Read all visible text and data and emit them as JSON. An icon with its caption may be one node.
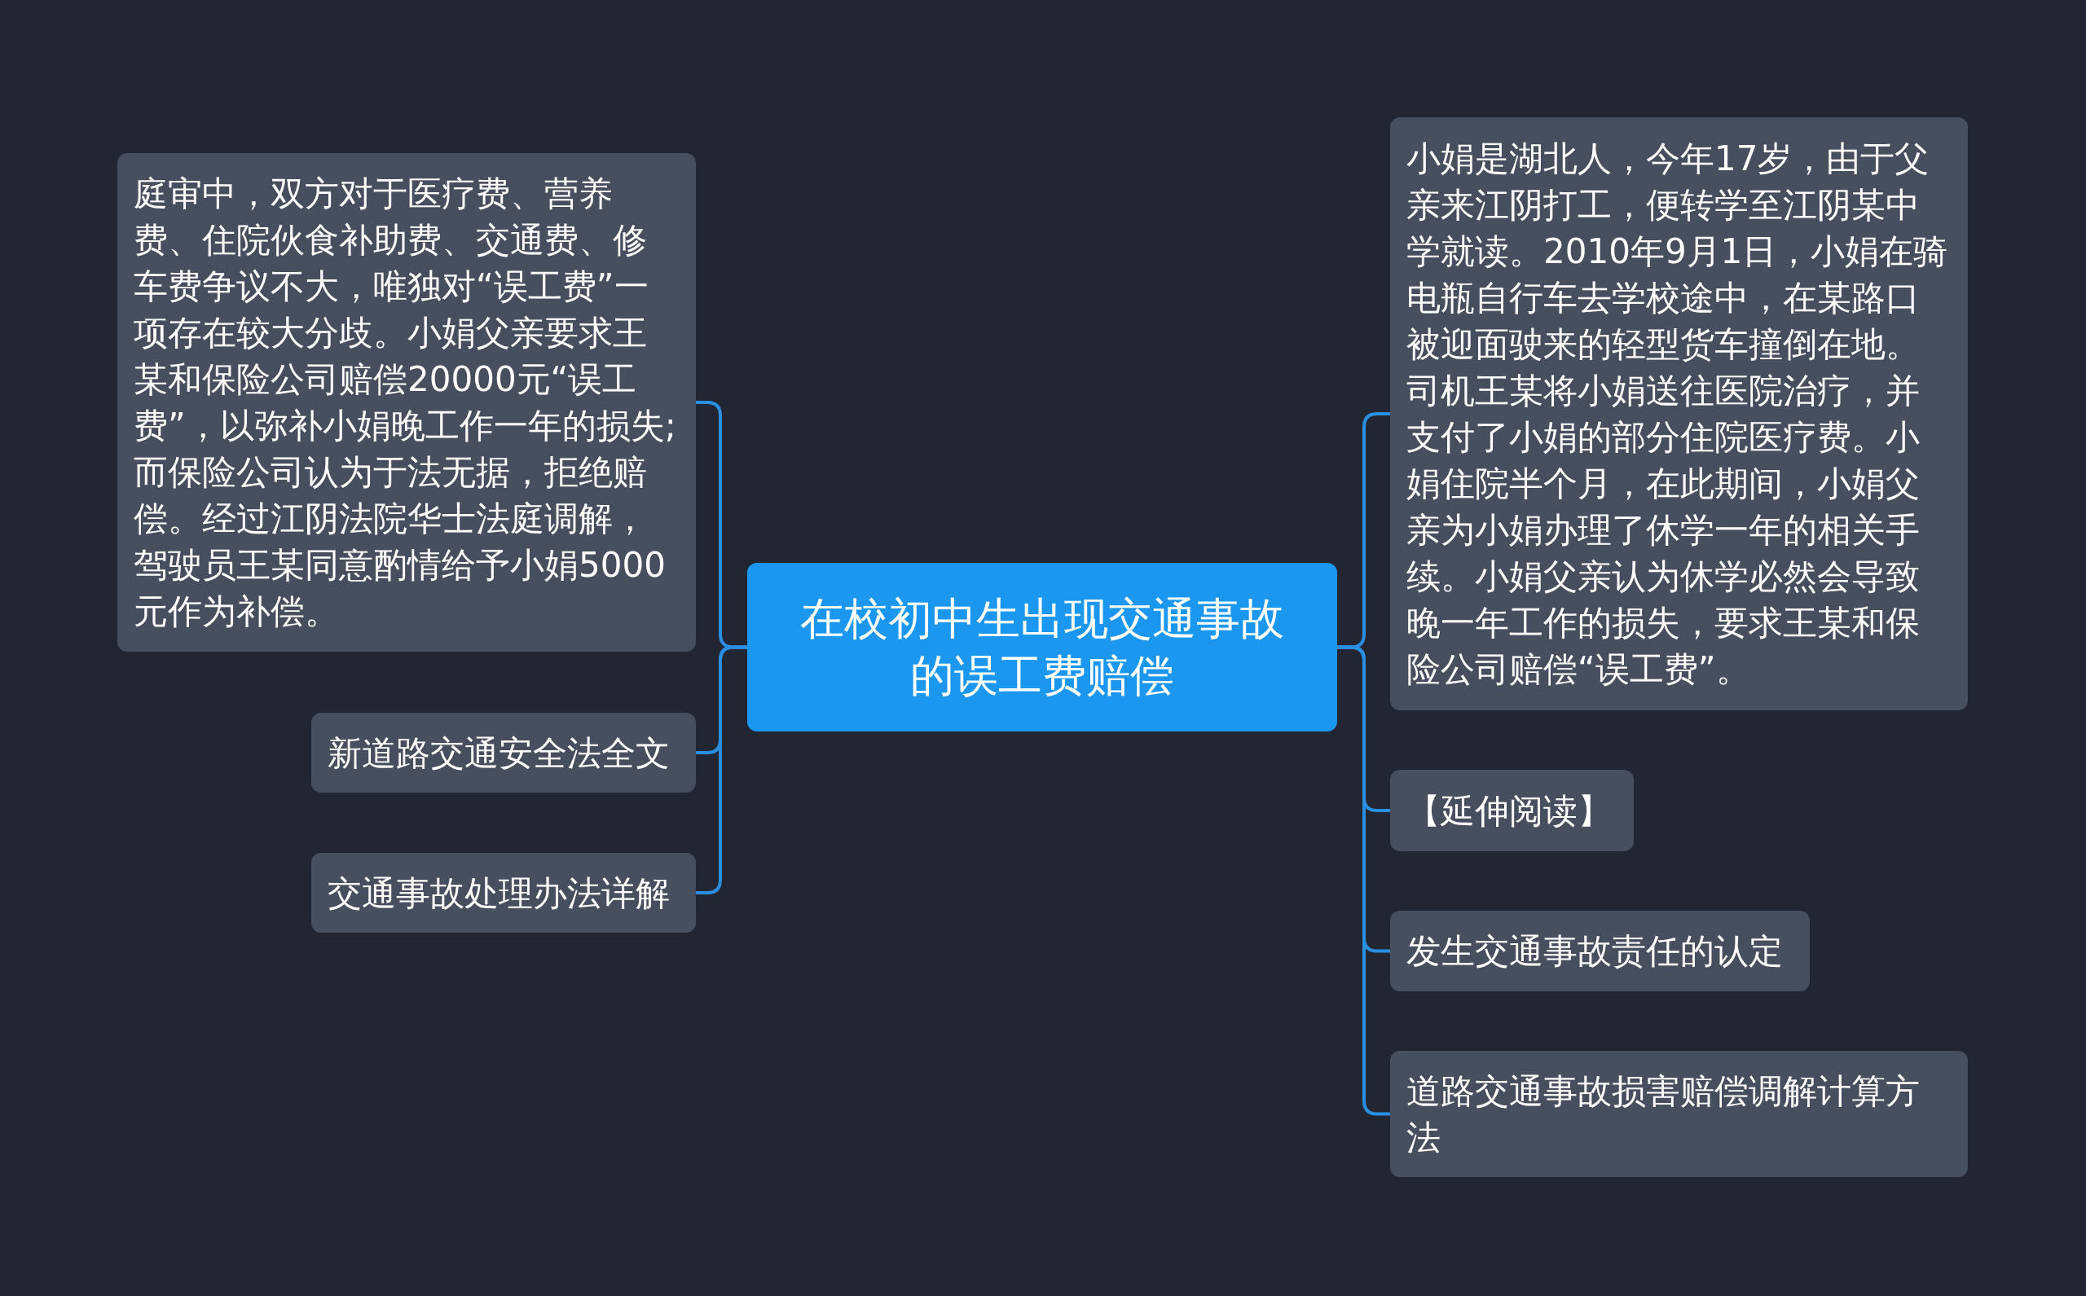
{
  "diagram": {
    "nodes": [
      {
        "text": [
          "在校初中生出现交通事故的误工费赔偿"
        ]
      },
      {
        "text": [
          "庭审中，双方对于医疗费、营养费、住院伙食补助费、交通费、修车费争议不大，唯独对“误工费”一项存在较大分歧。小娟父亲要求王某和保险公司赔偿20000元“误工费”，以弥补小娟晚工作一年的损失;而保险公司认为于法无据，拒绝赔偿。经过江阴法院华士法庭调解，驾驶员王某同意酌情给予小娟5000元作为补偿。"
        ]
      },
      {
        "text": [
          "新道路交通安全法全文"
        ]
      },
      {
        "text": [
          "交通事故处理办法详解"
        ]
      },
      {
        "text": [
          "小娟是湖北人，今年17岁，由于父亲来江阴打工，便转学至江阴某中学就读。2010年9月1日，小娟在骑电瓶自行车去学校途中，在某路口被迎面驶来的轻型货车撞倒在地。司机王某将小娟送往医院治疗，并支付了小娟的部分住院医疗费。小娟住院半个月，在此期间，小娟父亲为小娟办理了休学一年的相关手续。小娟父亲认为休学必然会导致晚一年工作的损失，要求王某和保险公司赔偿“误工费”。"
        ]
      },
      {
        "text": [
          "【延伸阅读】"
        ]
      },
      {
        "text": [
          "发生交通事故责任的认定"
        ]
      },
      {
        "text": [
          "道路交通事故损害赔偿调解计算方法"
        ]
      }
    ],
    "edges": [
      {
        "from": 0,
        "to": 1,
        "arrow": "none"
      },
      {
        "from": 0,
        "to": 2,
        "arrow": "none"
      },
      {
        "from": 0,
        "to": 3,
        "arrow": "none"
      },
      {
        "from": 0,
        "to": 4,
        "arrow": "none"
      },
      {
        "from": 0,
        "to": 5,
        "arrow": "none"
      },
      {
        "from": 0,
        "to": 6,
        "arrow": "none"
      },
      {
        "from": 0,
        "to": 7,
        "arrow": "none"
      }
    ]
  }
}
